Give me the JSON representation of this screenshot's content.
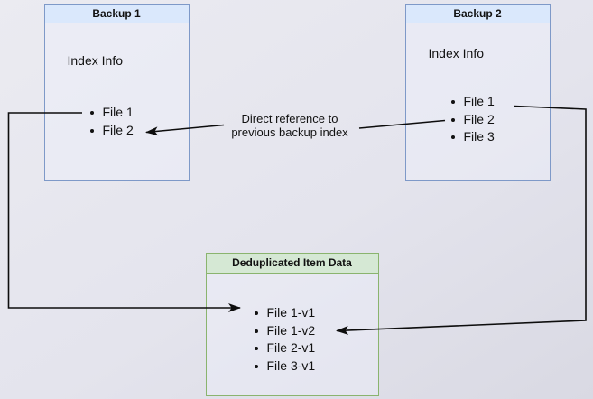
{
  "backup1": {
    "title": "Backup 1",
    "subtitle": "Index Info",
    "items": [
      "File 1",
      "File 2"
    ]
  },
  "backup2": {
    "title": "Backup 2",
    "subtitle": "Index Info",
    "items": [
      "File 1",
      "File 2",
      "File 3"
    ]
  },
  "dedup": {
    "title": "Deduplicated Item Data",
    "items": [
      "File 1-v1",
      "File 1-v2",
      "File 2-v1",
      "File 3-v1"
    ]
  },
  "annotation": {
    "line1": "Direct reference to",
    "line2": "previous backup index"
  },
  "colors": {
    "canvas_top": "#ebebf1",
    "canvas_mid": "#e4e4ed",
    "canvas_bottom": "#d9d9e3",
    "node_fill": "rgba(238,240,250,0.45)",
    "blue_fill": "#dae8fc",
    "blue_stroke": "#7e99c8",
    "green_fill": "#d5e8d4",
    "green_stroke": "#8ab46e",
    "connector": "#0d0d0d",
    "text": "#111111"
  }
}
